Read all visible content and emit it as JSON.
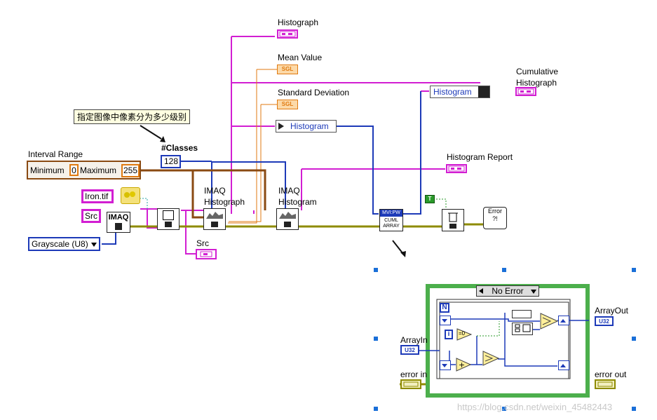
{
  "labels": {
    "histograph_top": "Histograph",
    "mean_value": "Mean Value",
    "std_dev": "Standard  Deviation",
    "cumulative": "Cumulative\nHistograph",
    "histogram_report": "Histogram Report",
    "classes": "#Classes",
    "interval_range": "Interval Range",
    "imaq_hist_1": "IMAQ\nHistograph",
    "imaq_hist_2": "IMAQ\nHistogram",
    "src_indicator_label": "Src",
    "array_in": "ArrayIn",
    "array_out": "ArrayOut",
    "error_in": "error in",
    "error_out": "error out"
  },
  "tooltip": "指定图像中像素分为多少级别",
  "controls": {
    "classes_value": "128",
    "min_label": "Minimum",
    "min_value": "0",
    "max_label": "Maximum",
    "max_value": "255",
    "file_name": "Iron.tif",
    "src_name": "Src",
    "image_type": "Grayscale (U8)"
  },
  "nodes": {
    "histogram_unbundle_1": "Histogram",
    "histogram_unbundle_2": "Histogram",
    "sgl_tag": "SGL",
    "imaq_create": "IMAQ",
    "cuml_top": "MVI:PW",
    "cuml_bottom": "CUML\nARRAY",
    "true_const": "T",
    "error_handler": "Error\n?!",
    "case_selector": "No Error",
    "dbl_tag": "U32",
    "n_terminal": "N",
    "i_terminal": "i",
    "zero_const": "=0",
    "array_in_tag": "U32",
    "array_out_tag": "U32"
  },
  "watermark": "https://blog.csdn.net/weixin_45482443",
  "colors": {
    "pink_wire": "#d21ed2",
    "blue_wire": "#1d3ab8",
    "orange_wire": "#e07a10",
    "olive_wire": "#8e8b00",
    "brown_wire": "#8a4a12",
    "green_border": "#4caf4c"
  }
}
